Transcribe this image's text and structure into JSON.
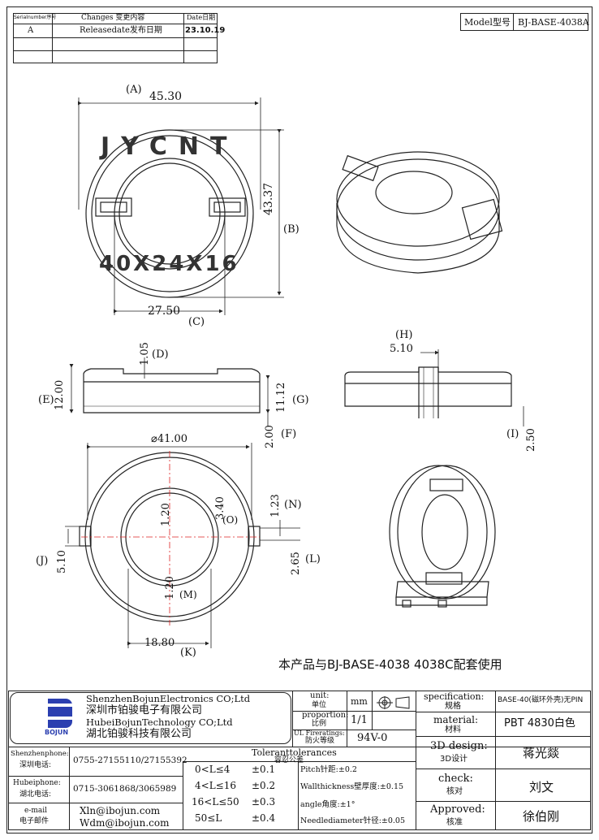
{
  "revision_table": {
    "headers": {
      "serial": "Serialnumber序号",
      "changes": "Changes 变更内容",
      "date": "Date日期"
    },
    "rows": [
      {
        "serial": "A",
        "changes": "Releasedate发布日期",
        "date": "23.10.19"
      }
    ]
  },
  "model": {
    "label": "Model型号",
    "value": "BJ-BASE-4038A"
  },
  "dimensions": {
    "A": "(A)",
    "A_val": "45.30",
    "B": "(B)",
    "B_val": "43.37",
    "C": "(C)",
    "C_val": "27.50",
    "D": "(D)",
    "D_val": "1.05",
    "E": "(E)",
    "E_val": "12.00",
    "F": "(F)",
    "F_val": "2.00",
    "G": "(G)",
    "G_val": "11.12",
    "H": "(H)",
    "H_val": "5.10",
    "I": "(I)",
    "I_val": "2.50",
    "dia": "⌀41.00",
    "N": "(N)",
    "N_val": "1.23",
    "O": "(O)",
    "O_val": "3.40",
    "center_top": "1.20",
    "center_bot": "1.20",
    "M": "(M)",
    "J": "(J)",
    "J_val": "5.10",
    "L": "(L)",
    "L_val": "2.65",
    "K": "(K)",
    "K_val": "18.80"
  },
  "part_marking": {
    "top": "JYCNT",
    "bottom": "40X24X16"
  },
  "usage_note": "本产品与BJ-BASE-4038 4038C配套使用",
  "company": {
    "en1": "ShenzhenBojunElectronics CO;Ltd",
    "cn1": "深圳市铂骏电子有限公司",
    "en2": "HubeiBojunTechnology CO;Ltd",
    "cn2": "湖北铂骏科技有限公司",
    "logo_text": "BOJUN"
  },
  "title_block": {
    "unit_label_en": "unit:",
    "unit_label_cn": "单位",
    "unit_value": "mm",
    "proportion_en": "proportion:",
    "proportion_cn": "比例",
    "proportion_value": "1/1",
    "ul_en": "UL Fireratings:",
    "ul_cn": "防火等级",
    "ul_value": "94V-0",
    "spec_en": "specification:",
    "spec_cn": "规格",
    "spec_value": "BASE-40(磁环外壳)无PIN",
    "material_en": "material:",
    "material_cn": "材料",
    "material_value": "PBT 4830白色",
    "design_en": "3D design:",
    "design_cn": "3D设计",
    "design_value": "蒋光燚",
    "check_en": "check:",
    "check_cn": "核对",
    "check_value": "刘文",
    "approved_en": "Approved:",
    "approved_cn": "核准",
    "approved_value": "徐伯刚"
  },
  "contacts": {
    "sz_label_en": "Shenzhenphone:",
    "sz_label_cn": "深圳电话:",
    "sz_value": "0755-27155110/27155392",
    "hb_label_en": "Hubeiphone:",
    "hb_label_cn": "湖北电话:",
    "hb_value": "0715-3061868/3065989",
    "mail_label_en": "e-mail",
    "mail_label_cn": "电子邮件",
    "mail1": "Xln@ibojun.com",
    "mail2": "Wdm@ibojun.com"
  },
  "tolerances": {
    "title_en": "Toleranttolerances",
    "title_cn": "容忍公差",
    "rows": [
      {
        "range": "0<L≤4",
        "tol": "±0.1"
      },
      {
        "range": "4<L≤16",
        "tol": "±0.2"
      },
      {
        "range": "16<L≤50",
        "tol": "±0.3"
      },
      {
        "range": "50≤L",
        "tol": "±0.4"
      }
    ],
    "notes": [
      "Pitch针距:±0.2",
      "Wallthickness壁厚度:±0.15",
      "angle角度:±1°",
      "Needlediameter针径:±0.05"
    ]
  }
}
